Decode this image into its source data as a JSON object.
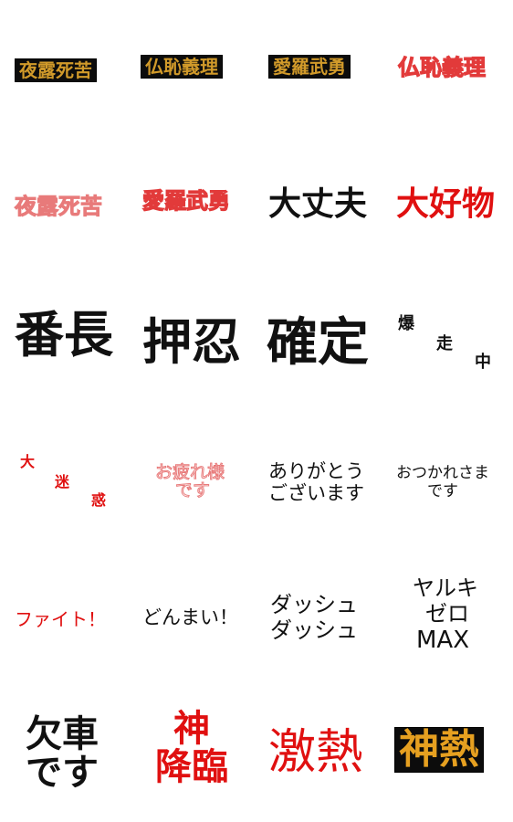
{
  "stickers": [
    {
      "text": "夜露死苦"
    },
    {
      "text": "仏恥義理"
    },
    {
      "text": "愛羅武勇"
    },
    {
      "text": "仏恥義理"
    },
    {
      "text": "夜露死苦"
    },
    {
      "text": "愛羅武勇"
    },
    {
      "text": "大丈夫"
    },
    {
      "text": "大好物"
    },
    {
      "text": "番長"
    },
    {
      "text": "押忍"
    },
    {
      "text": "確定"
    },
    {
      "chars": [
        "爆",
        "走",
        "中"
      ]
    },
    {
      "chars": [
        "大",
        "迷",
        "惑"
      ]
    },
    {
      "lines": [
        "お疲れ様",
        "です"
      ]
    },
    {
      "lines": [
        "ありがとう",
        "ございます"
      ]
    },
    {
      "lines": [
        "おつかれさま",
        "です"
      ]
    },
    {
      "text": "ファイト！"
    },
    {
      "text": "どんまい！"
    },
    {
      "lines": [
        "ダッシュ",
        "ダッシュ"
      ]
    },
    {
      "lines": [
        "ヤルキ",
        "ゼロ",
        "MAX"
      ]
    },
    {
      "lines": [
        "欠車",
        "です"
      ]
    },
    {
      "lines": [
        "神",
        "降臨"
      ]
    },
    {
      "text": "激熱"
    },
    {
      "text": "神熱"
    }
  ],
  "colors": {
    "gold": "#d19a2a",
    "black": "#0c0c0c",
    "red": "#e01010",
    "pink": "#e87a7a"
  }
}
